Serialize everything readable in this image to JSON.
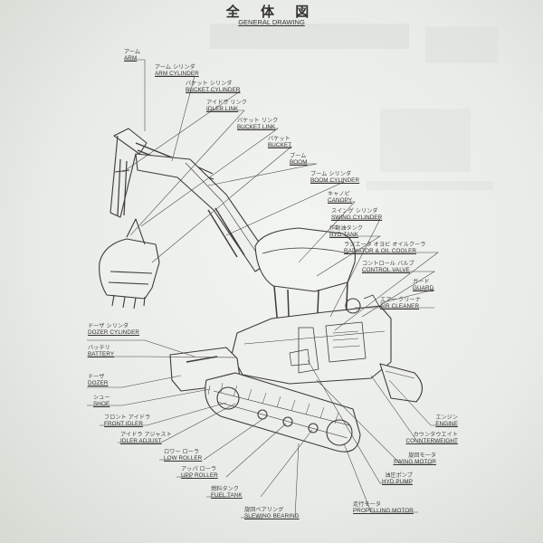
{
  "heading": {
    "jp": "全 体 図",
    "en": "GENERAL DRAWING"
  },
  "labels": {
    "arm": {
      "jp": "アーム",
      "en": "ARM"
    },
    "arm_cylinder": {
      "jp": "アーム シリンダ",
      "en": "ARM CYLINDER"
    },
    "bucket_cylinder": {
      "jp": "バケット シリンダ",
      "en": "BUCKET CYLINDER"
    },
    "idler_link": {
      "jp": "アイドラ リンク",
      "en": "IDLER LINK"
    },
    "bucket_link": {
      "jp": "バケット リンク",
      "en": "BUCKET LINK"
    },
    "bucket": {
      "jp": "バケット",
      "en": "BUCKET"
    },
    "boom": {
      "jp": "ブーム",
      "en": "BOOM"
    },
    "boom_cylinder": {
      "jp": "ブーム シリンダ",
      "en": "BOOM CYLINDER"
    },
    "canopy": {
      "jp": "キャノピ",
      "en": "CANOPY"
    },
    "swing_cylinder": {
      "jp": "スイング シリンダ",
      "en": "SWING CYLINDER"
    },
    "hyd_tank": {
      "jp": "作動油タンク",
      "en": "HYD TANK"
    },
    "radiator": {
      "jp": "ラジエータ オヨビ オイルクーラ",
      "en": "RADIATOR & OIL COOLER"
    },
    "control_valve": {
      "jp": "コントロール バルブ",
      "en": "CONTROL VALVE"
    },
    "guard": {
      "jp": "ガード",
      "en": "GUARD"
    },
    "air_cleaner": {
      "jp": "エアー クリーナ",
      "en": "AIR CLEANER"
    },
    "dozer_cylinder": {
      "jp": "ドーザ シリンダ",
      "en": "DOZER CYLINDER"
    },
    "battery": {
      "jp": "バッテリ",
      "en": "BATTERY"
    },
    "dozer": {
      "jp": "ドーザ",
      "en": "DOZER"
    },
    "shoe": {
      "jp": "シュー",
      "en": "SHOE"
    },
    "front_idler": {
      "jp": "フロント アイドラ",
      "en": "FRONT IDLER"
    },
    "idler_adjust": {
      "jp": "アイドラ アジャスト",
      "en": "IDLER ADJUST"
    },
    "low_roller": {
      "jp": "ロワー ローラ",
      "en": "LOW ROLLER"
    },
    "upp_roller": {
      "jp": "アッパ ローラ",
      "en": "UPP ROLLER"
    },
    "fuel_tank": {
      "jp": "燃料タンク",
      "en": "FUEL TANK"
    },
    "slewing_bearing": {
      "jp": "旋回ベアリング",
      "en": "SLEWING BEARING"
    },
    "engine": {
      "jp": "エンジン",
      "en": "ENGINE"
    },
    "counterweight": {
      "jp": "カウンタウエイト",
      "en": "COUNTERWEIGHT"
    },
    "swing_motor": {
      "jp": "旋回モータ",
      "en": "SWING MOTOR"
    },
    "hyd_pump": {
      "jp": "油圧ポンプ",
      "en": "HYD PUMP"
    },
    "propelling_motor": {
      "jp": "走行モータ",
      "en": "PROPELLING MOTOR"
    }
  }
}
